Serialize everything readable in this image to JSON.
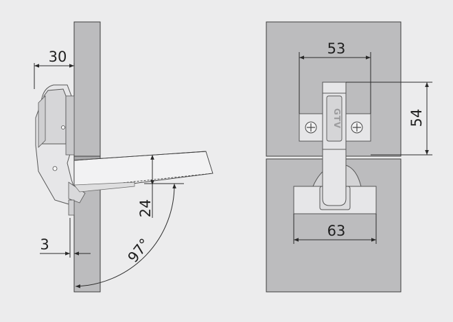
{
  "colors": {
    "background": "#ececed",
    "panel": "#bcbcbe",
    "hinge_metal": "#e6e6e8",
    "line": "#2a2a2a"
  },
  "side_view": {
    "dim_top": "30",
    "dim_vertical": "24",
    "dim_bottom": "3",
    "opening_angle": "97°"
  },
  "front_view": {
    "dim_top": "53",
    "dim_right": "54",
    "dim_bottom": "63",
    "arm_logo": "GTV"
  }
}
